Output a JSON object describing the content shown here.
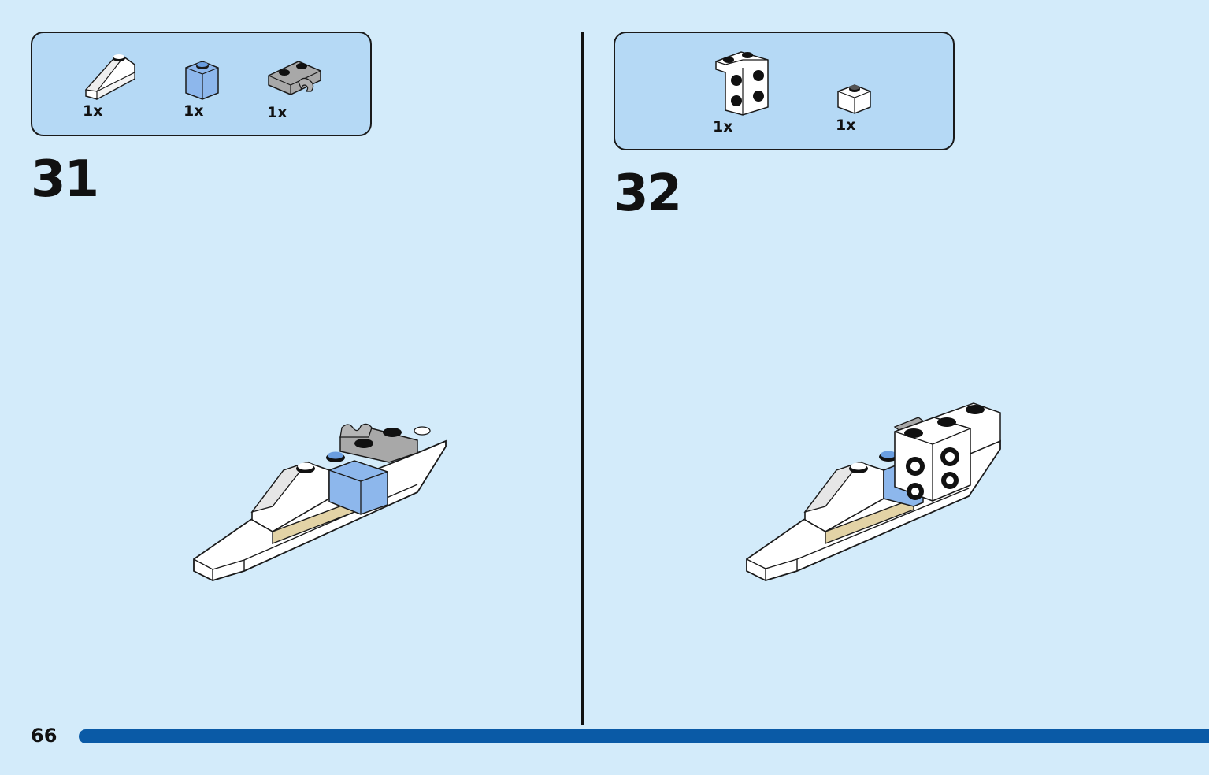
{
  "steps": [
    {
      "number": "31",
      "parts": [
        {
          "icon": "white-slope-brick-icon",
          "qty": "1x"
        },
        {
          "icon": "blue-1x1-brick-icon",
          "qty": "1x"
        },
        {
          "icon": "gray-clip-plate-icon",
          "qty": "1x"
        }
      ]
    },
    {
      "number": "32",
      "parts": [
        {
          "icon": "white-bracket-brick-icon",
          "qty": "1x"
        },
        {
          "icon": "white-1x1-plate-icon",
          "qty": "1x"
        }
      ]
    }
  ],
  "footer": {
    "page_number": "66",
    "progress": 1.0
  },
  "colors": {
    "background": "#d3ebfa",
    "parts_box": "#b5d9f5",
    "progress_bar": "#0a5aa6",
    "brick_blue": "#8db7ec",
    "brick_gray": "#a8a8a8",
    "brick_tan": "#e3d3a6"
  }
}
